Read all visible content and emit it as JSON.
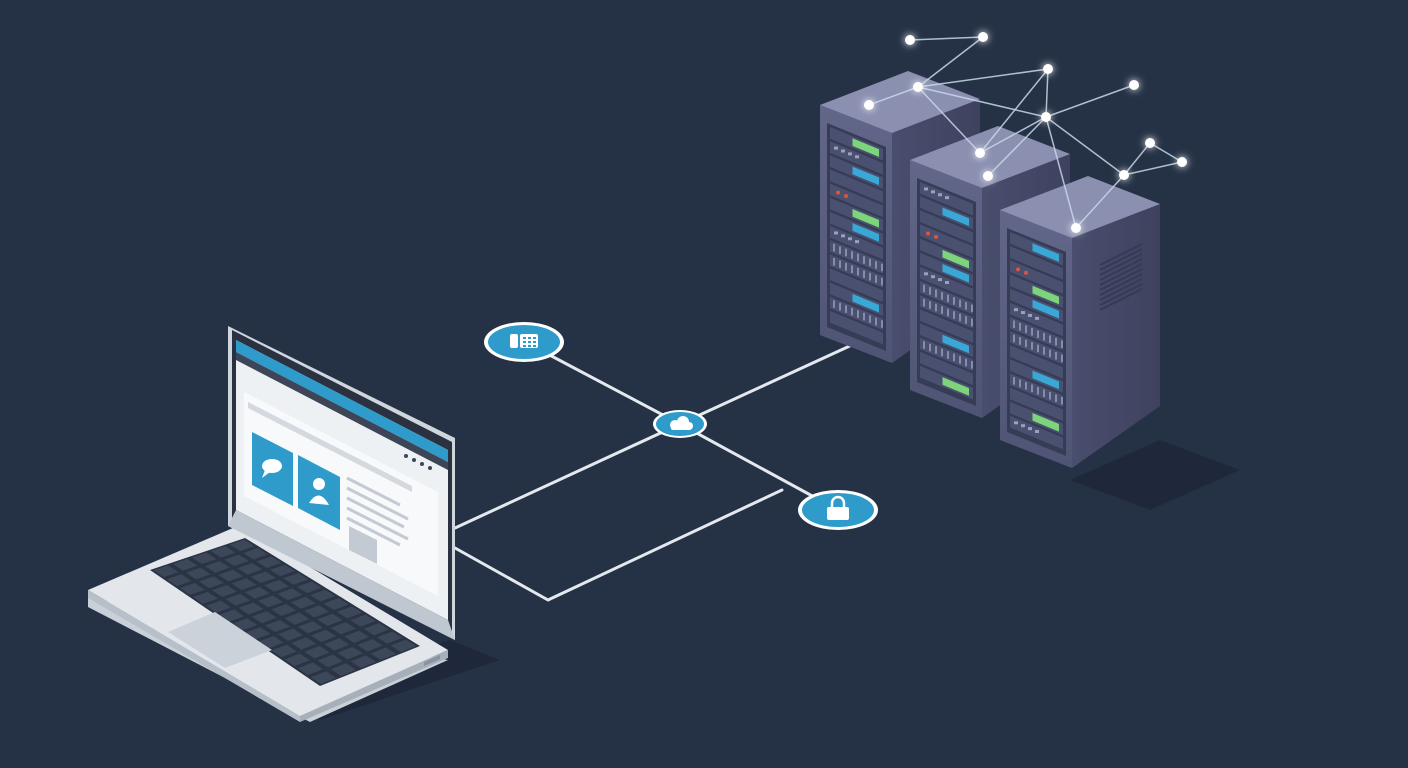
{
  "colors": {
    "background": "#253246",
    "connection_line": "#e4e9ef",
    "node_fill": "#2e9bcb",
    "node_ring": "#ffffff",
    "node_glow": "#9fdcff",
    "server_front": "#5a5f80",
    "server_top": "#8b8fb0",
    "server_side": "#464a68",
    "panel_green": "#7ed47a",
    "panel_blue": "#3aa8d6",
    "laptop_shell": "#dfe4ea",
    "laptop_screen_header": "#2e9bcb"
  },
  "scene": {
    "laptop": {
      "icon": "laptop-icon"
    },
    "connection_nodes": [
      {
        "id": "node-top",
        "icon": "keypad-phone-icon"
      },
      {
        "id": "node-center",
        "icon": "cloud-icon"
      },
      {
        "id": "node-right",
        "icon": "padlock-icon"
      }
    ],
    "laptop_screen": {
      "cards": [
        {
          "icon": "chat-bubble-icon"
        },
        {
          "icon": "user-profile-icon"
        }
      ]
    },
    "server_racks": [
      {
        "id": "rack-1"
      },
      {
        "id": "rack-2"
      },
      {
        "id": "rack-3"
      }
    ],
    "network_mesh": {
      "icon": "network-mesh-icon"
    }
  }
}
